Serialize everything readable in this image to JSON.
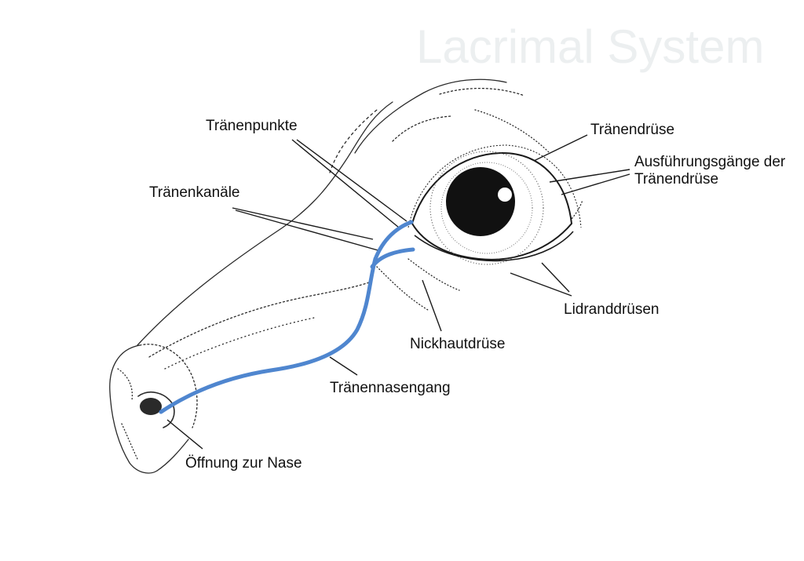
{
  "background_text": "Lacrimal System",
  "colors": {
    "duct": "#4f86cf",
    "ink": "#111111",
    "sketch": "#2a2a2a"
  },
  "labels": {
    "traenenpunkte": "Tränenpunkte",
    "traenenkanaele": "Tränenkanäle",
    "traenendruese": "Tränendrüse",
    "ausfuehrungsgaenge": "Ausführungsgänge der\nTränendrüse",
    "lidranddruesen": "Lidranddrüsen",
    "nickhautdruese": "Nickhautdrüse",
    "traenennasengang": "Tränennasengang",
    "oeffnung_nase": "Öffnung zur Nase"
  }
}
